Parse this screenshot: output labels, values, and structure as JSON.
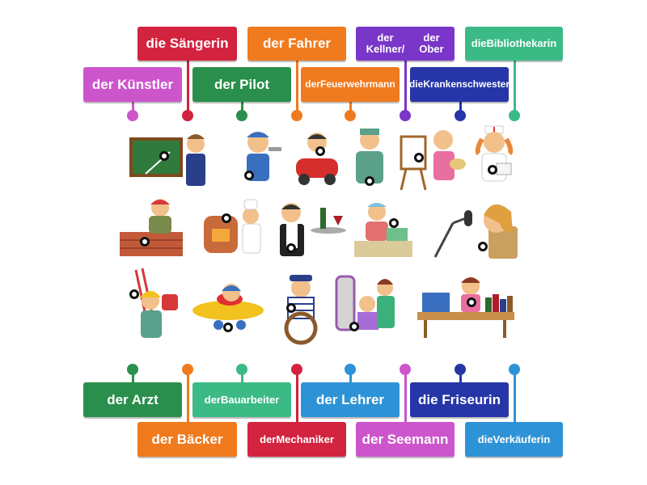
{
  "colors": {
    "pink": "#cc55cc",
    "red": "#d2233f",
    "green": "#2a8f4c",
    "orange": "#f07a1e",
    "purple": "#7a36c8",
    "navy": "#2636a8",
    "teal": "#3cba86",
    "blue": "#2e93d6"
  },
  "top_labels": [
    {
      "text": "die Sängerin",
      "color": "red"
    },
    {
      "text": "der Fahrer",
      "color": "orange"
    },
    {
      "text": "der Kellner/\nder Ober",
      "color": "purple"
    },
    {
      "text": "die\nBibliothekarin",
      "color": "teal"
    },
    {
      "text": "der Künstler",
      "color": "pink"
    },
    {
      "text": "der Pilot",
      "color": "green"
    },
    {
      "text": "der\nFeuerwehrmann",
      "color": "orange"
    },
    {
      "text": "die\nKrankenschwester",
      "color": "navy"
    }
  ],
  "bottom_labels": [
    {
      "text": "der Arzt",
      "color": "green"
    },
    {
      "text": "der\nBauarbeiter",
      "color": "teal"
    },
    {
      "text": "der Lehrer",
      "color": "blue"
    },
    {
      "text": "die Friseurin",
      "color": "navy"
    },
    {
      "text": "der Bäcker",
      "color": "orange"
    },
    {
      "text": "der\nMechaniker",
      "color": "red"
    },
    {
      "text": "der Seemann",
      "color": "pink"
    },
    {
      "text": "die\nVerkäuferin",
      "color": "blue"
    }
  ],
  "pictures": [
    {
      "name": "teacher-image"
    },
    {
      "name": "mechanic-image"
    },
    {
      "name": "driver-image"
    },
    {
      "name": "doctor-image"
    },
    {
      "name": "artist-image"
    },
    {
      "name": "nurse-image"
    },
    {
      "name": "bricklayer-image"
    },
    {
      "name": "baker-image"
    },
    {
      "name": "waiter-image"
    },
    {
      "name": "saleswoman-image"
    },
    {
      "name": "singer-image"
    },
    {
      "name": "firefighter-image"
    },
    {
      "name": "pilot-image"
    },
    {
      "name": "sailor-image"
    },
    {
      "name": "hairdresser-image"
    },
    {
      "name": "librarian-image"
    }
  ]
}
